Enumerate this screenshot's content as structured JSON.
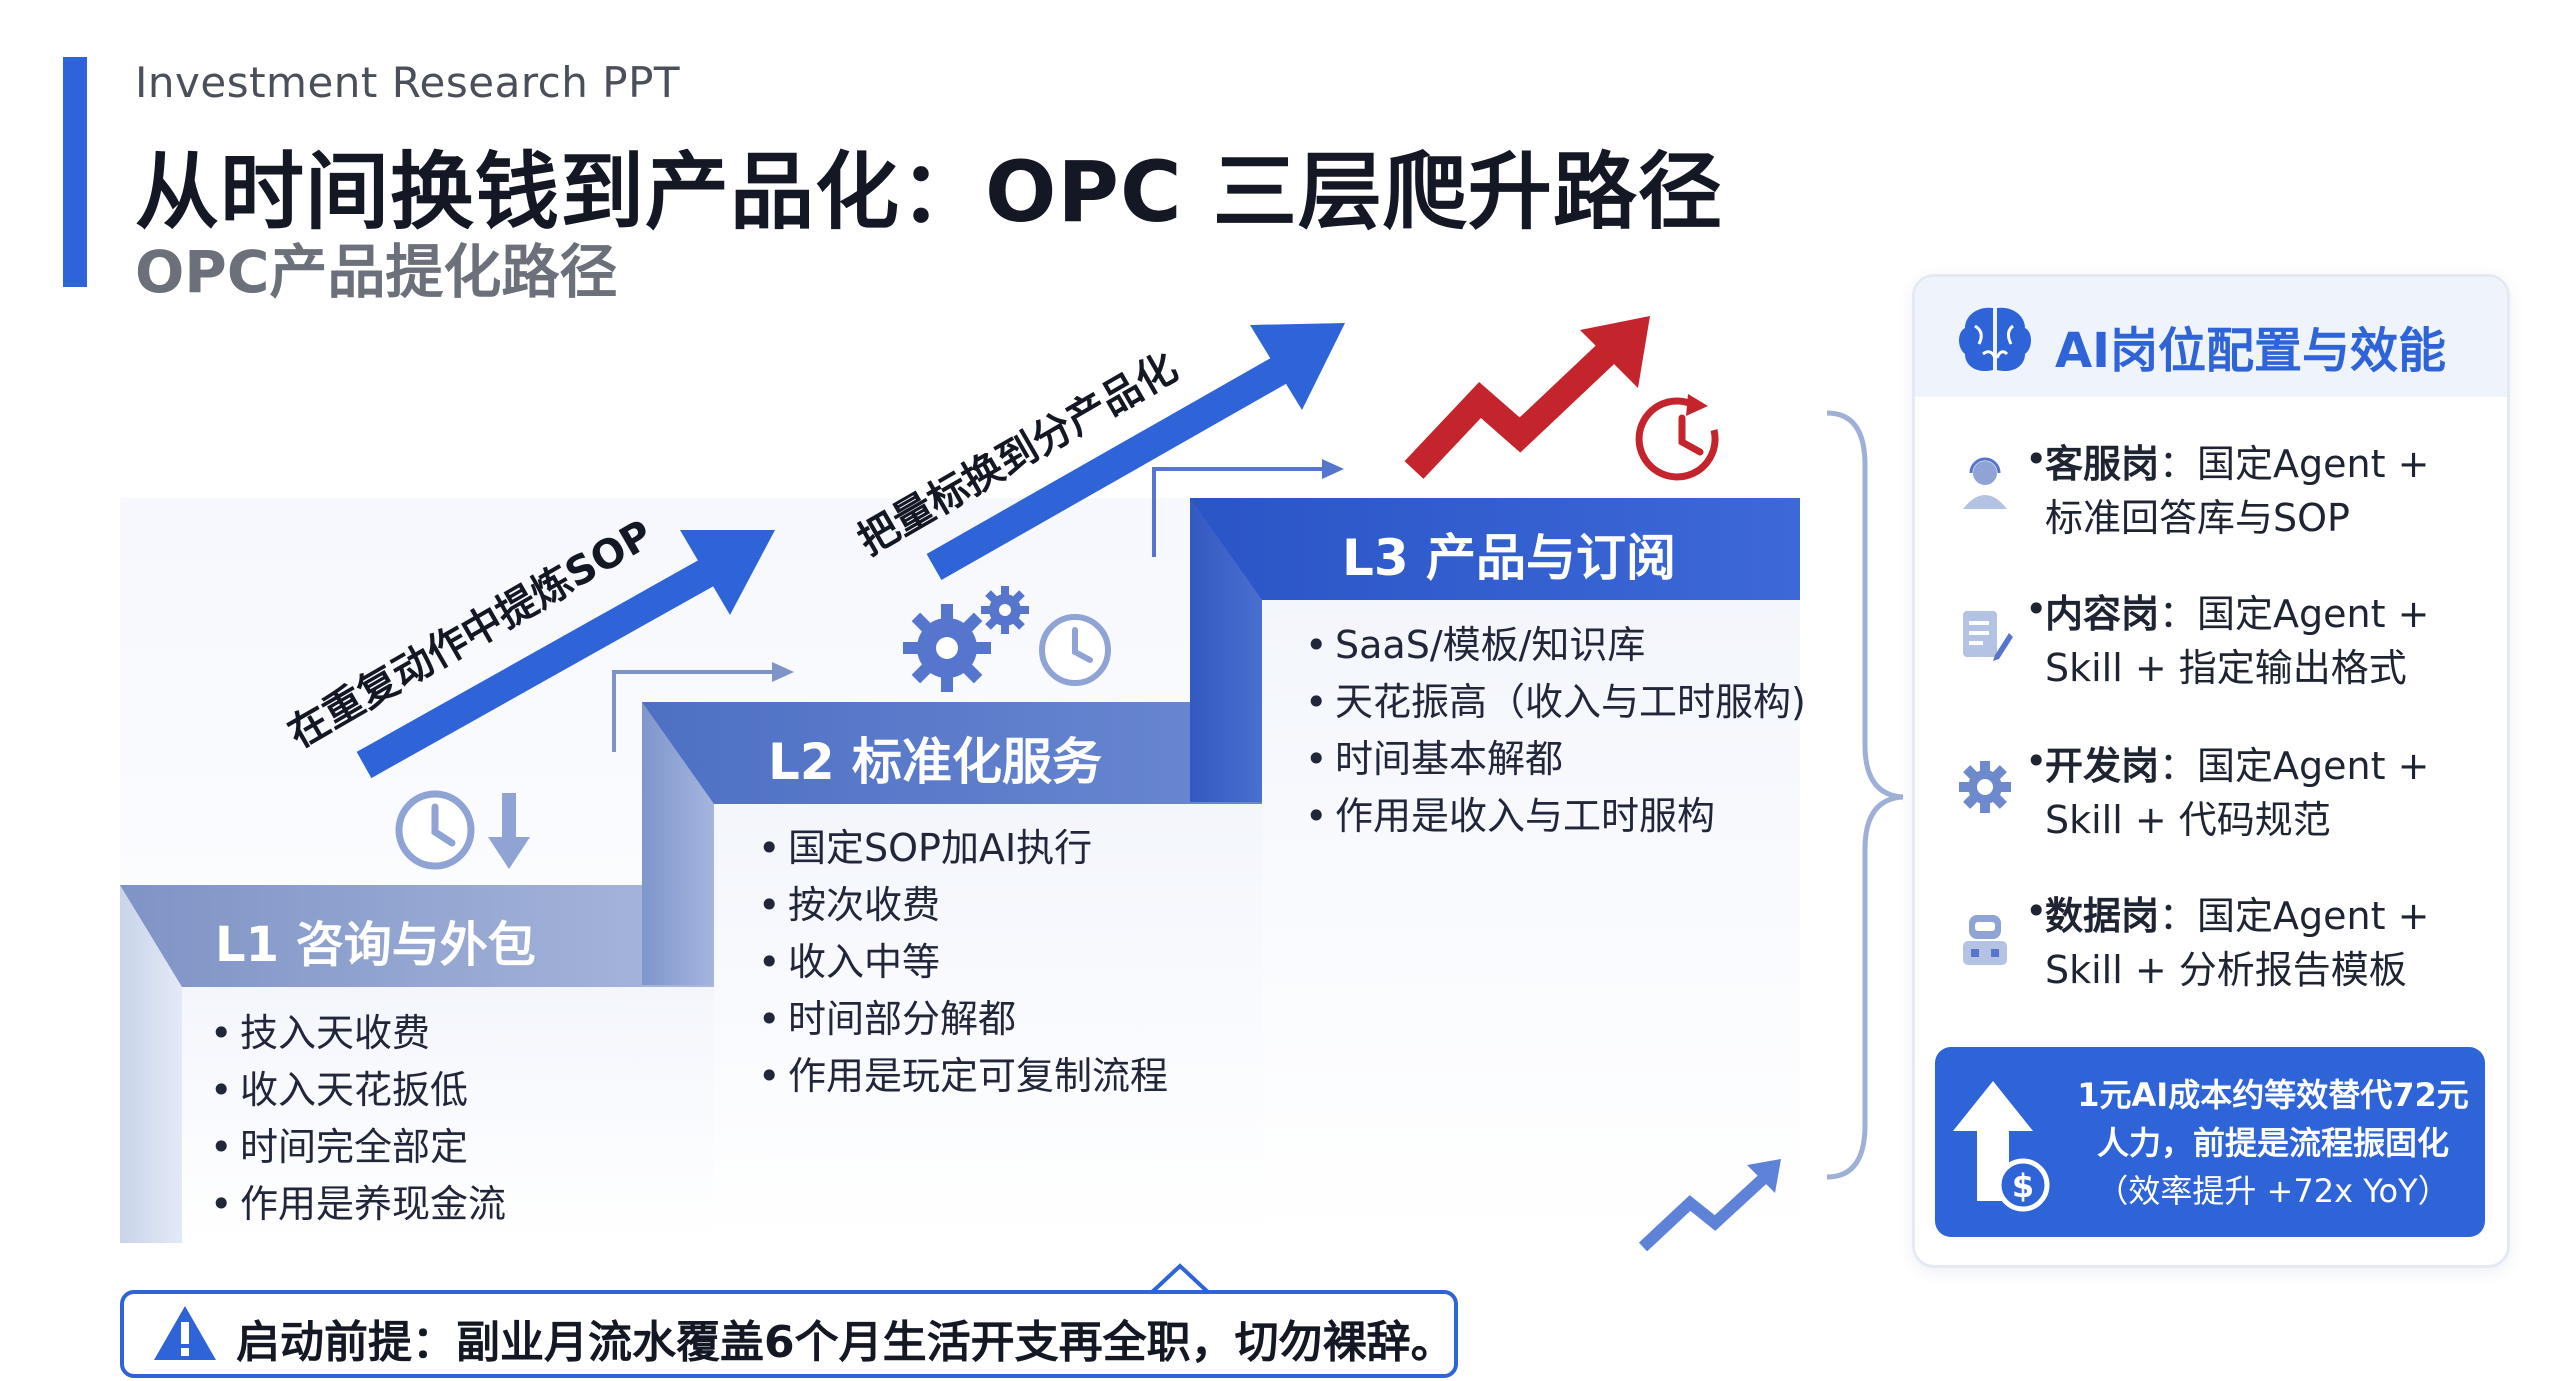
{
  "header": {
    "eyebrow": "Investment Research PPT",
    "title": "从时间换钱到产品化：OPC 三层爬升路径",
    "subtitle": "OPC产品提化路径"
  },
  "arrows": {
    "a1": "在重复动作中提炼SOP",
    "a2": "把量标换到分产品化"
  },
  "levels": [
    {
      "title": "L1 咨询与外包",
      "bullets": [
        "技入天收费",
        "收入天花扳低",
        "时间完全部定",
        "作用是养现金流"
      ]
    },
    {
      "title": "L2 标准化服务",
      "bullets": [
        "国定SOP加AI执行",
        "按次收费",
        "收入中等",
        "时间部分解都",
        "作用是玩定可复制流程"
      ]
    },
    {
      "title": "L3 产品与订阅",
      "bullets": [
        "SaaS/模板/知识库",
        "天花振高（收入与工时服构)",
        "时间基本解都",
        "作用是收入与工时服构"
      ]
    }
  ],
  "panel": {
    "title": "AI岗位配置与效能",
    "roles": [
      {
        "name": "客服岗",
        "line1": "：国定Agent +",
        "line2": "标准回答库与SOP",
        "icon": "person-headset-icon"
      },
      {
        "name": "内容岗",
        "line1": "：国定Agent +",
        "line2": "Skill + 指定输出格式",
        "icon": "document-pen-icon"
      },
      {
        "name": "开发岗",
        "line1": "：国定Agent +",
        "line2": "Skill + 代码规范",
        "icon": "gear-icon"
      },
      {
        "name": "数据岗",
        "line1": "：国定Agent +",
        "line2": "Skill + 分析报告模板",
        "icon": "robot-icon"
      }
    ],
    "cost": {
      "line1": "1元AI成本约等效替代72元",
      "line2": "人力，前提是流程振固化",
      "line3": "（效率提升 +72x YoY）"
    }
  },
  "warning": {
    "text": "启动前提：副业月流水覆盖6个月生活开支再全职，切勿裸辞。"
  },
  "colors": {
    "brand": "#2f63d8",
    "dark_blue": "#2855c8",
    "red_arrow": "#c4242b",
    "text": "#141824"
  }
}
